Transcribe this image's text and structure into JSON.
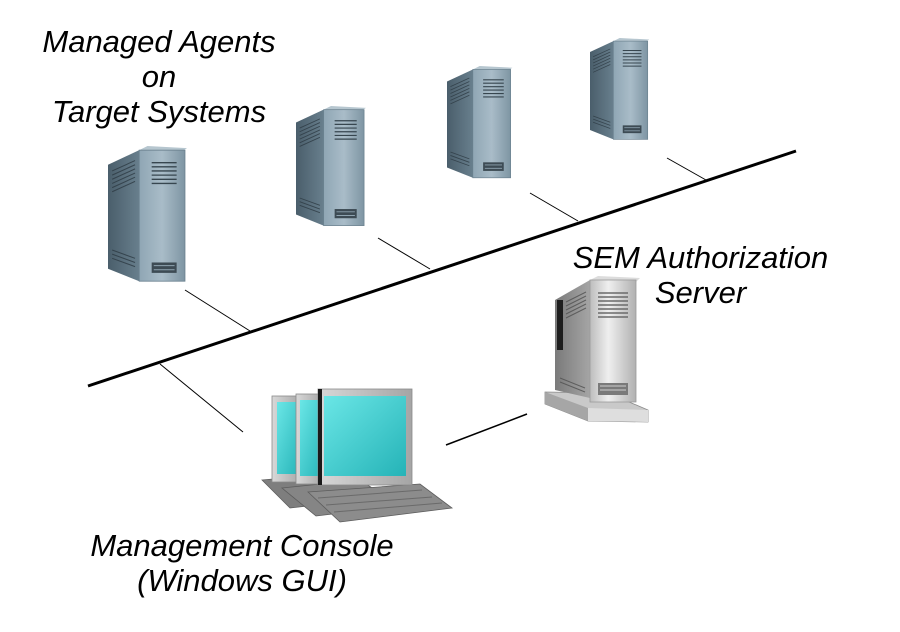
{
  "diagram": {
    "type": "network-topology",
    "labels": {
      "agents": [
        "Managed Agents",
        "on",
        "Target Systems"
      ],
      "sem": [
        "SEM Authorization",
        "Server"
      ],
      "console": [
        "Management Console",
        "(Windows GUI)"
      ]
    },
    "nodes": [
      {
        "id": "agent-1",
        "kind": "tower-server",
        "role": "managed-agent"
      },
      {
        "id": "agent-2",
        "kind": "tower-server",
        "role": "managed-agent"
      },
      {
        "id": "agent-3",
        "kind": "tower-server",
        "role": "managed-agent"
      },
      {
        "id": "agent-4",
        "kind": "tower-server",
        "role": "managed-agent"
      },
      {
        "id": "sem-server",
        "kind": "tower-server-on-base",
        "role": "authorization-server"
      },
      {
        "id": "console",
        "kind": "workstations",
        "role": "management-console"
      }
    ],
    "edges": [
      {
        "from": "agent-1",
        "to": "network-bus"
      },
      {
        "from": "agent-2",
        "to": "network-bus"
      },
      {
        "from": "agent-3",
        "to": "network-bus"
      },
      {
        "from": "agent-4",
        "to": "network-bus"
      },
      {
        "from": "console",
        "to": "network-bus"
      },
      {
        "from": "console",
        "to": "sem-server"
      }
    ],
    "colors": {
      "agent_body": "#7f97a6",
      "agent_side": "#4e6370",
      "sem_body": "#c8c8c8",
      "sem_side": "#8a8a8a",
      "screen": "#3fc9cc",
      "keyboard": "#8c8c8c",
      "line": "#000000"
    }
  }
}
